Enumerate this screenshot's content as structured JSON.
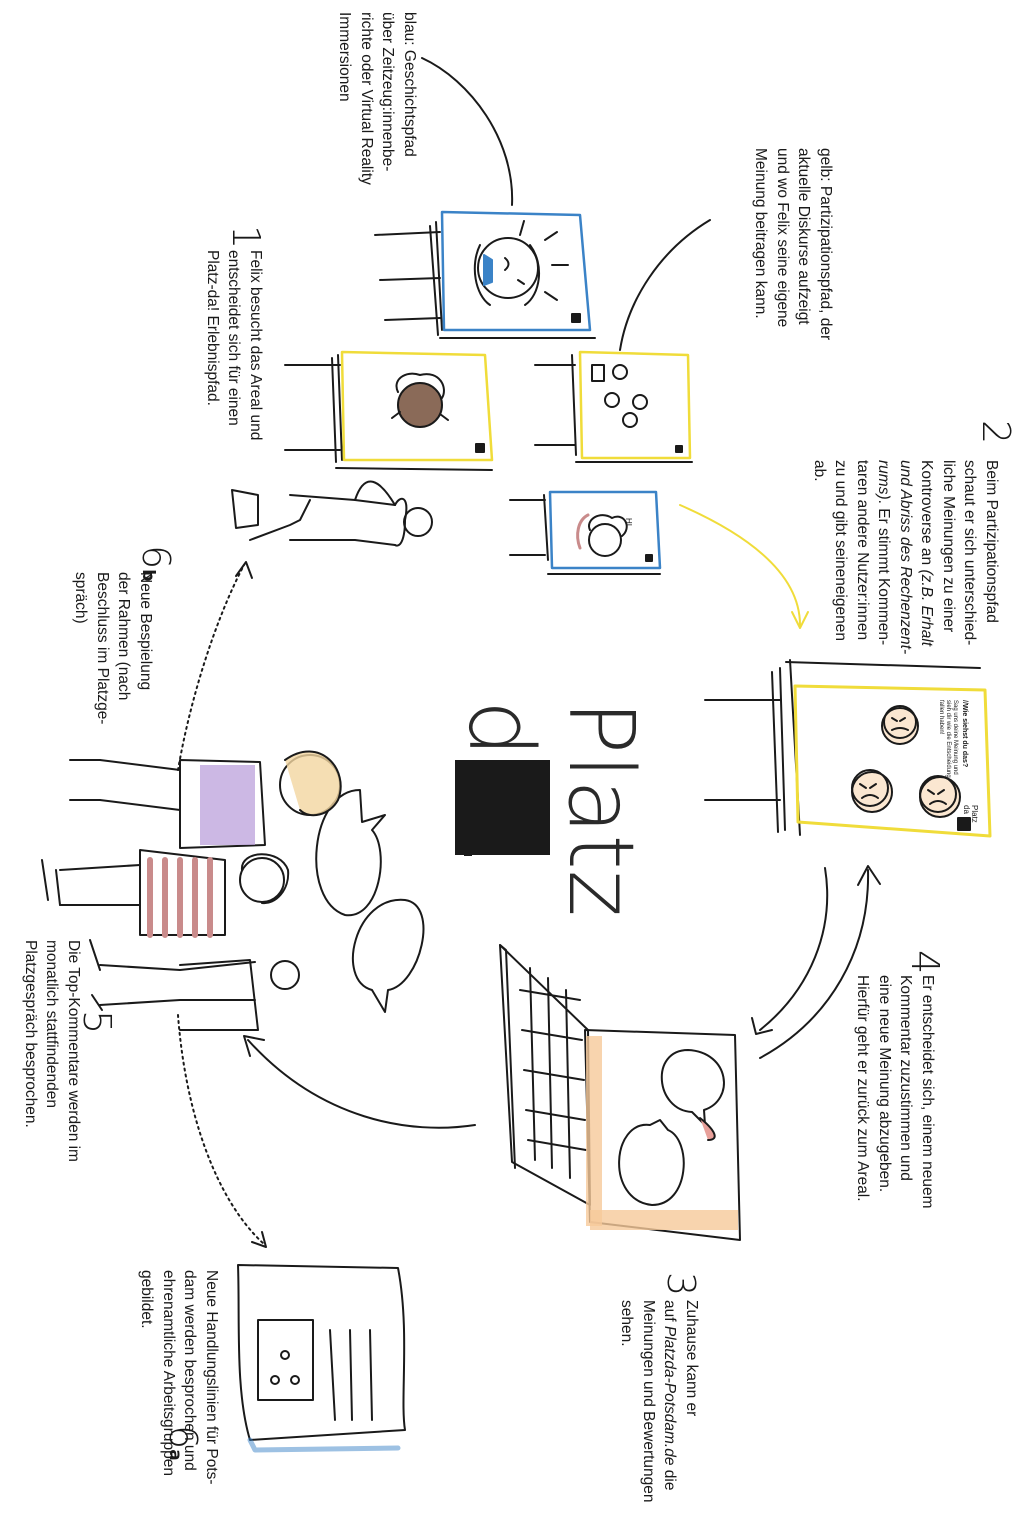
{
  "logo": {
    "line1": "Platz",
    "line2": "da"
  },
  "notes": {
    "blau": "blau: Geschichtspfad\nüber Zeitzeug:innenbe-\nrichte oder Virtual Reality\nImmersionen",
    "gelb": "gelb: Partizipationspfad, der\naktuelle Diskurse aufzeigt\nund wo Felix seine eigene\nMeinung beitragen kann.",
    "step1": "Felix besucht das Areal und\nentscheidet sich für einen\nPlatz-da! Erlebnispfad.",
    "step2_a": "Beim Partizipationspfad\nschaut er sich unterschied-\nliche Meinungen zu einer\nKontroverse an",
    "step2_b": "(z.B. Erhalt\nund Abriss des Rechenzent-\nrums)",
    "step2_c": ". Er stimmt Kommen-\ntaren andere Nutzer:innen\nzu und gibt seineneigenen\nab.",
    "step3_a": "Zuhause kann er\nauf",
    "step3_b": "Platzda-Potsdam.de",
    "step3_c": "die\nMeinungen und Bewertungen\nsehen.",
    "step4": "Er entscheidet sich, einem neuem\nKommentar zuzustimmen und\neine neue Meinung abzugeben.\nHierfür geht er zurück zum Areal.",
    "step5": "Die Top-Kommentare werden im\nmonatlich stattfindenden\nPlatzgespräch besprochen.",
    "step6a": "Neue Handlungslinien für Pots-\ndam werden besprochen und\nehrenamtliche Arbeitsgruppen\ngebildet.",
    "step6b": "Neue Bespielung\nder Rahmen (nach\nBeschluss im Platzge-\nspräch)"
  },
  "numbers": {
    "n1": "1",
    "n2": "2",
    "n3": "3",
    "n4": "4",
    "n5": "5",
    "n6": "6",
    "n6a_suffix": "a",
    "n6b_suffix": "b"
  },
  "board_text": {
    "title": "//Wie siehst du das?",
    "subtitle": "Sag uns deine Meinung und\nsieh dir wie die Entscheidung\nfallen haben!",
    "brand": "Platz\nda"
  },
  "speech": {
    "hi": "HI"
  },
  "colors": {
    "blue": "#3b83c7",
    "yellow": "#f0dc3a",
    "orange": "#f6c99a",
    "purple": "#b79ad8",
    "red_stripe": "#c98b8b",
    "skin_brown": "#8a6a58",
    "hair_blonde": "#f3d6a0"
  }
}
